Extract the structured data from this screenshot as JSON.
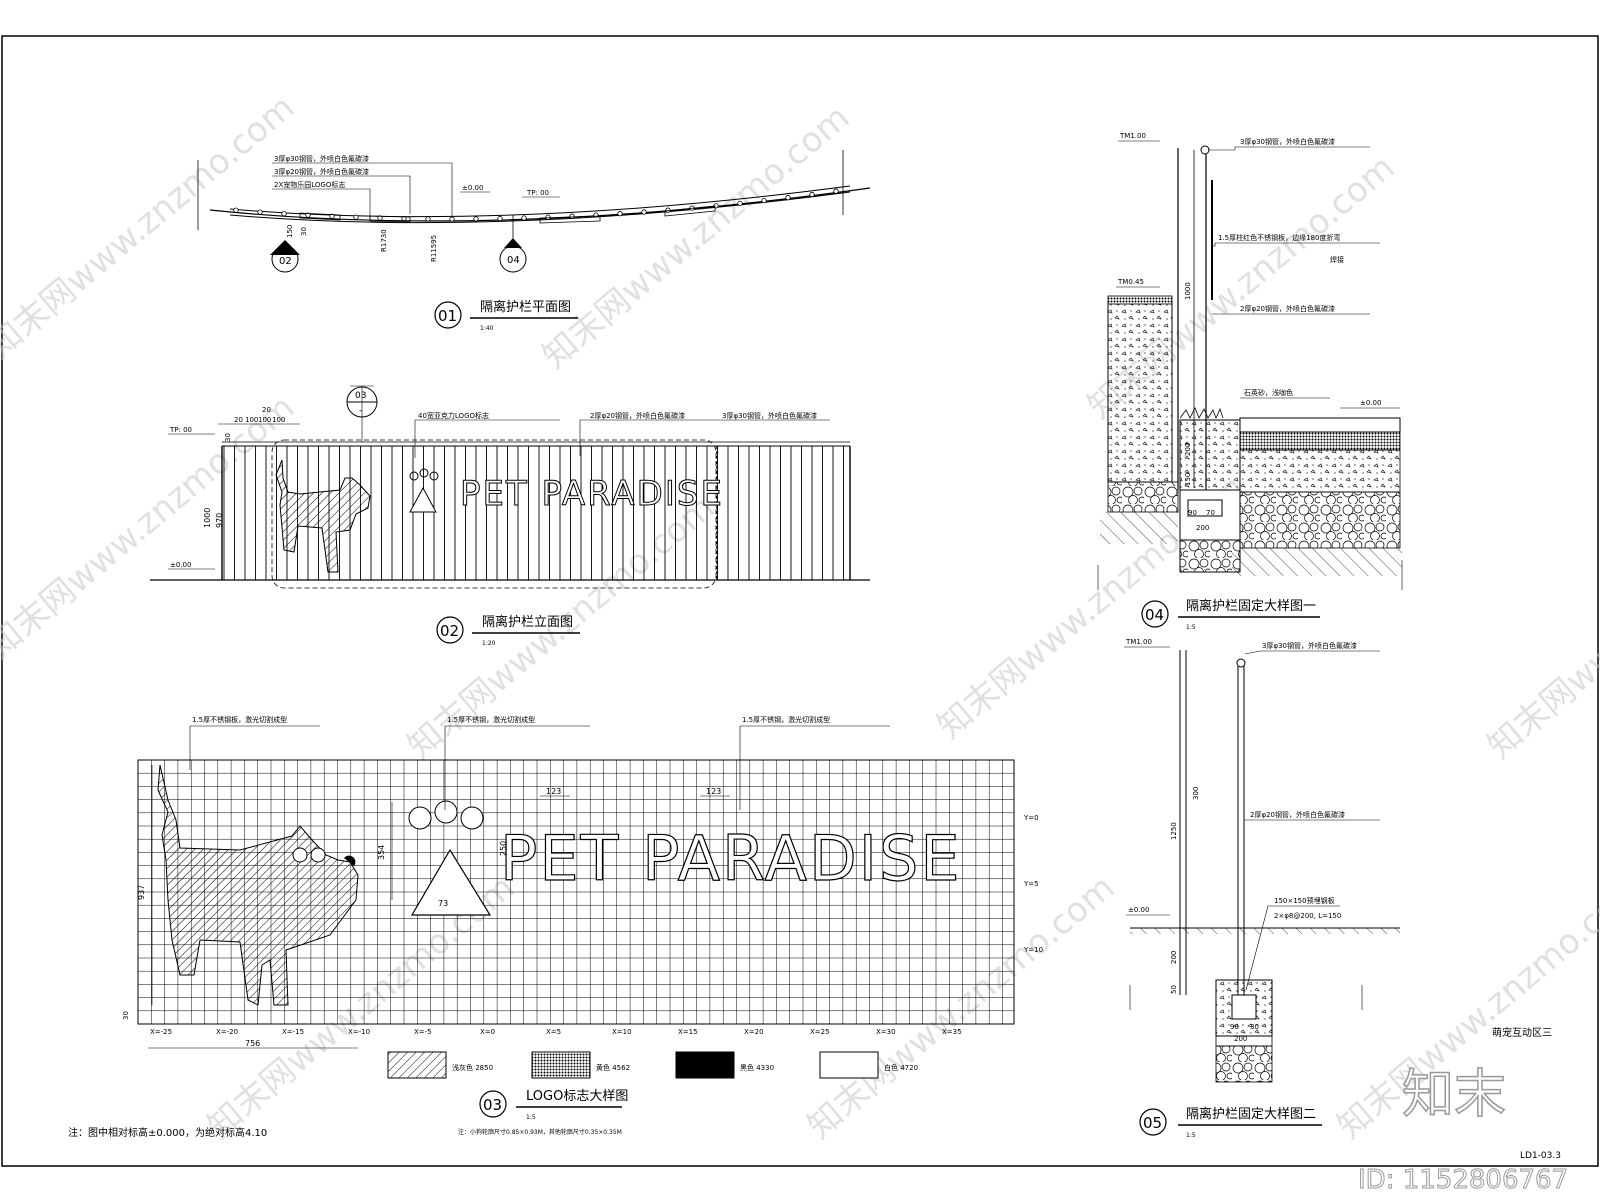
{
  "drawing": {
    "title_01": "隔离护栏平面图",
    "num_01": "01",
    "scale_01": "1:40",
    "title_02": "隔离护栏立面图",
    "num_02": "02",
    "scale_02": "1:20",
    "title_03": "LOGO标志大样图",
    "num_03": "03",
    "scale_03": "1:5",
    "title_04": "隔离护栏固定大样图一",
    "num_04": "04",
    "scale_04": "1:5",
    "title_05": "隔离护栏固定大样图二",
    "num_05": "05",
    "scale_05": "1:5",
    "logo_text": "PET PARADISE",
    "logo_text_03": "PET PARADISE",
    "note": "注：图中相对标高±0.000，为绝对标高4.10",
    "note_03": "注：小狗轮廓尺寸0.85×0.93M，其他轮廓尺寸0.35×0.35M",
    "zone_label": "萌宠互动区三",
    "sheet_no": "LD1-03.3",
    "footer_id": "ID: 1152806767",
    "footer_logo": "知末",
    "section_marker_02": "02",
    "section_marker_04": "04",
    "section_marker_03": "03"
  },
  "plan_labels": {
    "l1": "3厚φ30钢管，外喷白色氟碳漆",
    "l2": "3厚φ20钢管，外喷白色氟碳漆",
    "l3": "2X宠物乐园LOGO标志",
    "elev1": "±0.00",
    "elev2": "TP: 00",
    "dim1": "30",
    "dim2": "150",
    "dim3": "R1730",
    "dim4": "R11595"
  },
  "elev_labels": {
    "l1": "40宽亚克力LOGO标志",
    "l2": "2厚φ20钢管，外喷白色氟碳漆",
    "l3": "3厚φ30钢管，外喷白色氟碳漆",
    "tp": "TP: 00",
    "base": "±0.00",
    "d1": "20",
    "d2": "100",
    "d3": "100",
    "d4": "100",
    "d5": "20",
    "d6": "30",
    "h1": "1000",
    "h2": "970"
  },
  "logo_labels": {
    "l1": "1.5厚不锈钢板，激光切割成型",
    "l2": "1.5厚不锈钢，激光切割成型",
    "l3": "1.5厚不锈钢，激光切割成型",
    "dim_w": "756",
    "dim_h": "937",
    "dim_t": "354",
    "dim_c1": "123",
    "dim_c2": "123",
    "dim_b": "73",
    "dim_m": "250",
    "dim_f": "30",
    "ys": [
      "Y=0",
      "Y=5",
      "Y=10"
    ],
    "xs": [
      "X=-25",
      "X=-20",
      "X=-15",
      "X=-10",
      "X=-5",
      "X=0",
      "X=5",
      "X=10",
      "X=15",
      "X=20",
      "X=25",
      "X=30",
      "X=35"
    ]
  },
  "legend": [
    {
      "label": "浅灰色 2850",
      "style": "hatch"
    },
    {
      "label": "黄色 4562",
      "style": "dense"
    },
    {
      "label": "黑色 4330",
      "style": "black"
    },
    {
      "label": "白色 4720",
      "style": "white"
    }
  ],
  "detail04": {
    "l1": "3厚φ30钢管，外喷白色氟碳漆",
    "l2": "1.5厚柱红色不锈钢板，边缘180度折弯",
    "l3": "焊接",
    "l4": "2厚φ20钢管，外喷白色氟碳漆",
    "l5": "石英砂，浅咖色",
    "e1": "TM1.00",
    "e2": "TM0.45",
    "e3": "±0.00",
    "h1": "1000",
    "h2": "200",
    "h3": "150",
    "w1": "90",
    "w2": "70",
    "w3": "200"
  },
  "detail05": {
    "l1": "3厚φ30钢管，外喷白色氟碳漆",
    "l2": "2厚φ20钢管，外喷白色氟碳漆",
    "l3": "150×150预埋钢板",
    "l4": "2×φ8@200, L=150",
    "e1": "TM1.00",
    "e2": "±0.00",
    "h1": "1250",
    "h2": "300",
    "h3": "200",
    "h4": "50",
    "w1": "90",
    "w2": "30",
    "w3": "200"
  },
  "watermark": "知末网www.znzmo.com"
}
